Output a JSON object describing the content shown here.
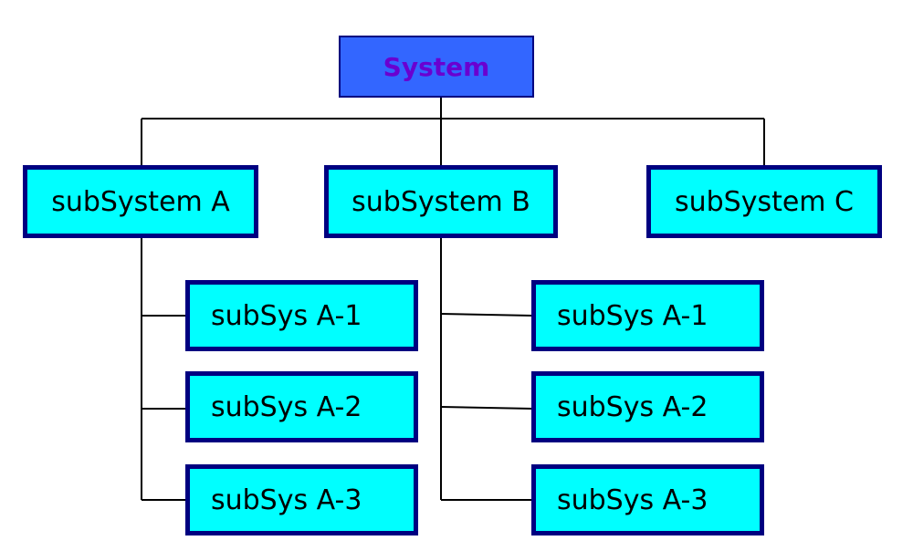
{
  "colors": {
    "root_fill": "#3366ff",
    "root_border": "#000080",
    "root_text": "#6a00d0",
    "node_fill": "#00ffff",
    "node_border": "#000080",
    "connector": "#000000"
  },
  "root": {
    "label": "System"
  },
  "subsystems": [
    {
      "label": "subSystem A"
    },
    {
      "label": "subSystem B"
    },
    {
      "label": "subSystem C"
    }
  ],
  "children_a": [
    {
      "label": "subSys A-1"
    },
    {
      "label": "subSys A-2"
    },
    {
      "label": "subSys A-3"
    }
  ],
  "children_b": [
    {
      "label": "subSys A-1"
    },
    {
      "label": "subSys A-2"
    },
    {
      "label": "subSys A-3"
    }
  ]
}
